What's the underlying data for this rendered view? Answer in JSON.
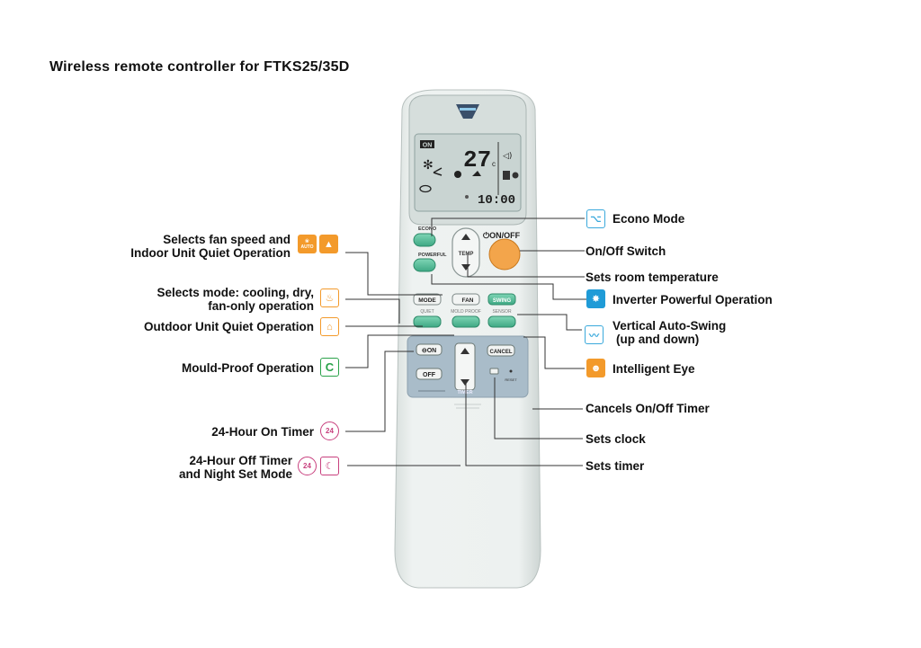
{
  "title": "Wireless remote controller for FTKS25/35D",
  "remote": {
    "lcd_on": "ON",
    "lcd_temp": "27",
    "lcd_temp_unit": "c",
    "lcd_clock": "10:00",
    "econo": "ECONO",
    "powerful": "POWERFUL",
    "temp": "TEMP",
    "onoff": "ON/OFF",
    "mode": "MODE",
    "fan": "FAN",
    "swing": "SWING",
    "quiet": "QUIET",
    "mold_proof": "MOLD PROOF",
    "sensor": "SENSOR",
    "timer_on": "ON",
    "timer_off": "OFF",
    "timer": "TIMER",
    "cancel": "CANCEL",
    "reset": "RESET"
  },
  "left_labels": {
    "fan_speed": [
      "Selects fan speed and",
      "Indoor Unit Quiet Operation"
    ],
    "mode": [
      "Selects mode: cooling, dry,",
      "fan-only operation"
    ],
    "outdoor_quiet": "Outdoor Unit Quiet Operation",
    "mould_proof": "Mould-Proof Operation",
    "on_timer": "24-Hour On Timer",
    "off_timer": [
      "24-Hour Off Timer",
      "and Night Set Mode"
    ]
  },
  "right_labels": {
    "econo_mode": "Econo Mode",
    "onoff_switch": "On/Off Switch",
    "room_temp": "Sets room temperature",
    "inverter_powerful": "Inverter Powerful Operation",
    "vertical_swing": [
      "Vertical Auto-Swing",
      "(up and down)"
    ],
    "intelligent_eye": "Intelligent Eye",
    "cancel_timer": "Cancels On/Off Timer",
    "sets_clock": "Sets clock",
    "sets_timer": "Sets timer"
  },
  "icons": {
    "fan_auto": "AUTO",
    "timer_24": "24"
  },
  "colors": {
    "accent_orange": "#f39a2b",
    "accent_blue": "#1f9bd7",
    "accent_green": "#2aa24a",
    "accent_pink": "#c8407e",
    "remote_body": "#e9eeec",
    "lcd": "#c9d4d2",
    "onoff_button": "#f3a54b",
    "green_button": "#5cbf9a"
  }
}
